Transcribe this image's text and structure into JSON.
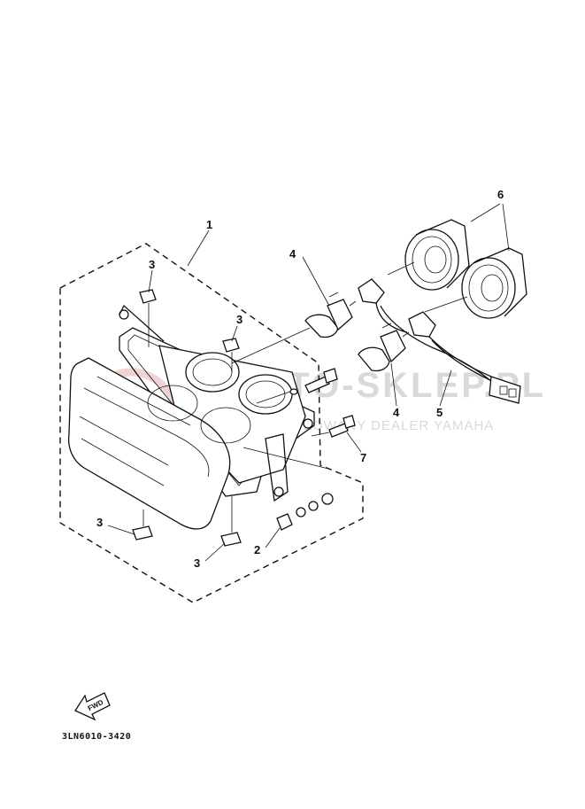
{
  "diagram": {
    "callouts": {
      "p1": "1",
      "p2": "2",
      "p3a": "3",
      "p3b": "3",
      "p3c": "3",
      "p3d": "3",
      "p4a": "4",
      "p4b": "4",
      "p5": "5",
      "p6": "6",
      "p7": "7"
    },
    "part_code": "3LN6010-3420",
    "fwd_label": "FWD",
    "watermark": {
      "main": "MOTO-SKLEP.PL",
      "sub": "AUTORYZOWANY DEALER YAMAHA",
      "color": "#d9d9d9",
      "logo_color": "#e8b0b0"
    }
  }
}
